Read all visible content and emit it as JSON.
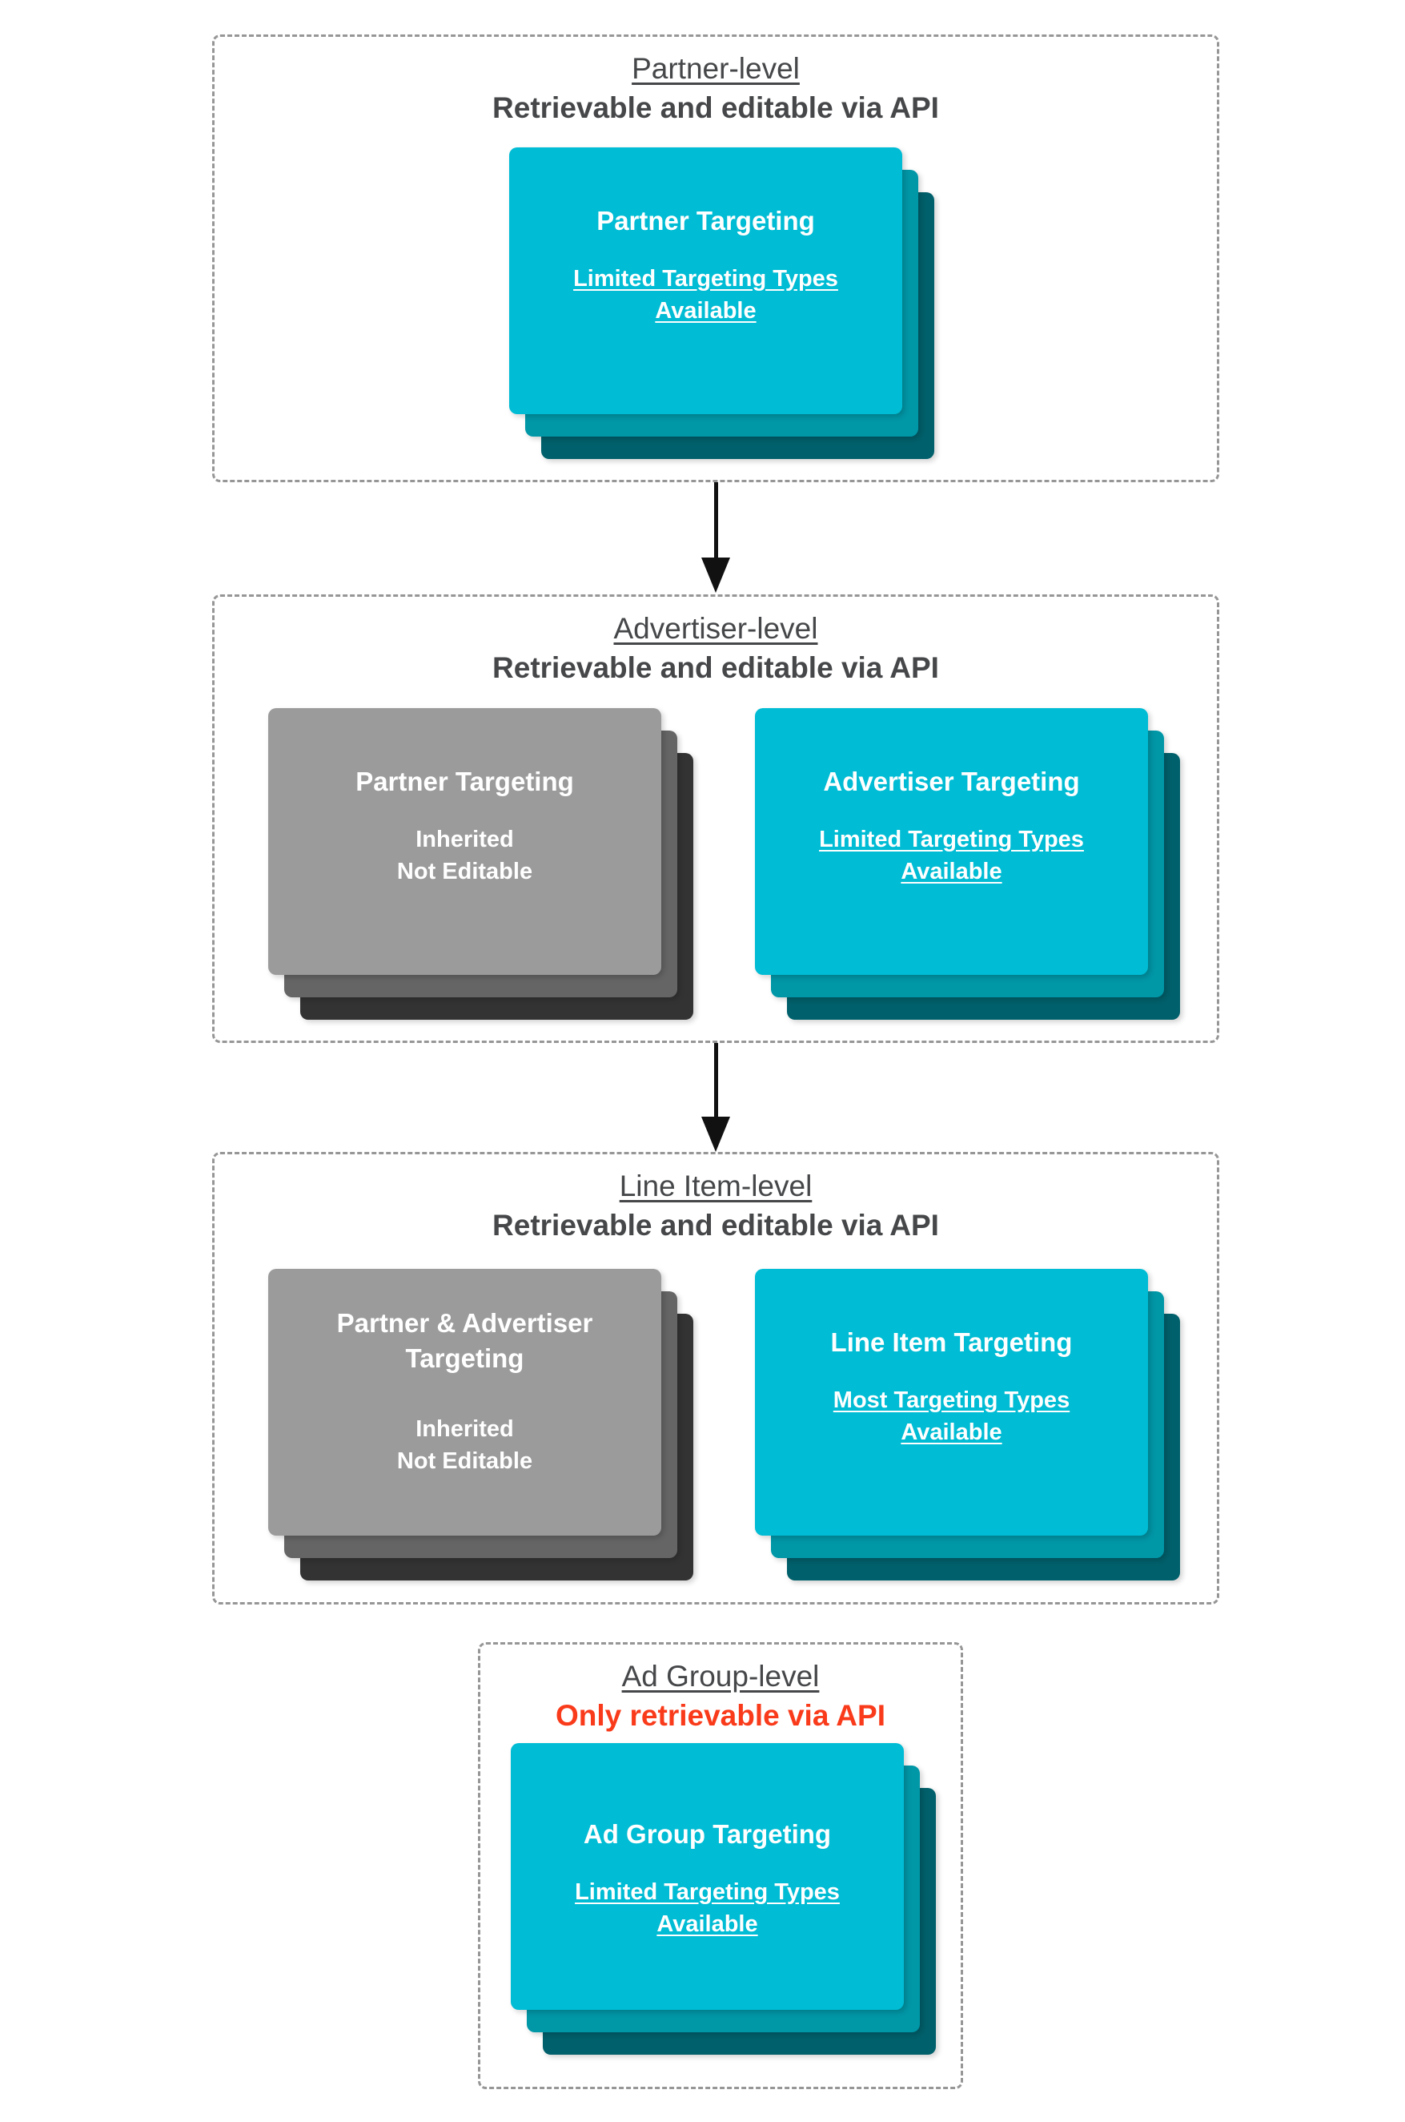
{
  "colors": {
    "card_cyan": "#00BCD4",
    "card_cyan_mid": "#0097A7",
    "card_cyan_dark": "#00606B",
    "card_gray": "#9B9B9B",
    "card_gray_mid": "#656565",
    "card_gray_dark": "#333333",
    "heading_text": "#454749",
    "alert_red": "#F93B1B",
    "dashed_border": "#969696",
    "arrow_black": "#111111",
    "card_text": "#FFFFFF"
  },
  "sections": [
    {
      "title": "Partner-level",
      "subtitle": "Retrievable and editable via API",
      "cards": [
        {
          "title": "Partner Targeting",
          "body_line1": "Limited Targeting Types",
          "body_line2": "Available"
        }
      ]
    },
    {
      "title": "Advertiser-level",
      "subtitle": "Retrievable and editable via API",
      "cards": [
        {
          "title": "Partner Targeting",
          "body_line1": "Inherited",
          "body_line2": "Not Editable"
        },
        {
          "title": "Advertiser Targeting",
          "body_line1": "Limited Targeting Types",
          "body_line2": "Available"
        }
      ]
    },
    {
      "title": "Line Item-level",
      "subtitle": "Retrievable and editable via API",
      "cards": [
        {
          "title": "Partner & Advertiser",
          "title_line2": "Targeting",
          "body_line1": "Inherited",
          "body_line2": "Not Editable"
        },
        {
          "title": "Line Item Targeting",
          "body_line1": "Most Targeting Types",
          "body_line2": "Available"
        }
      ]
    },
    {
      "title": "Ad Group-level",
      "subtitle": "Only retrievable via API",
      "cards": [
        {
          "title": "Ad Group Targeting",
          "body_line1": "Limited Targeting Types",
          "body_line2": "Available"
        }
      ]
    }
  ]
}
